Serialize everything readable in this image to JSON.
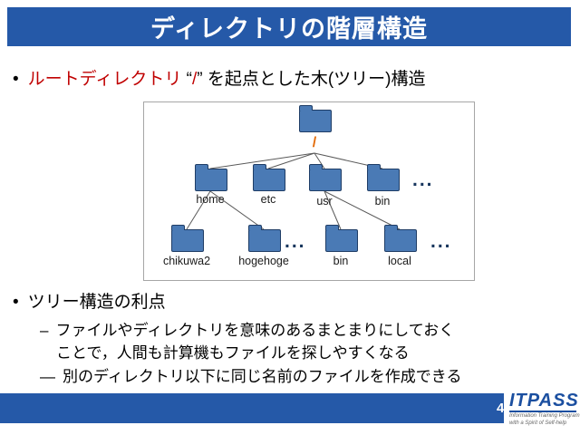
{
  "title": "ディレクトリの階層構造",
  "bullets": {
    "b1_marker": "•",
    "b1_red": "ルートディレクトリ ",
    "b1_quote_open": "“",
    "b1_slash": "/",
    "b1_quote_close": "”",
    "b1_rest": " を起点とした木(ツリー)構造",
    "b2_marker": "•",
    "b2_text": "ツリー構造の利点",
    "sub1_marker": "–",
    "sub1_line1": "ファイルやディレクトリを意味のあるまとまりにしておく",
    "sub1_line2": "ことで，人間も計算機もファイルを探しやすくなる",
    "sub2_marker": "―",
    "sub2_text": "別のディレクトリ以下に同じ名前のファイルを作成できる"
  },
  "tree": {
    "root_label": "/",
    "level1": [
      "home",
      "etc",
      "usr",
      "bin"
    ],
    "ellipsis": "...",
    "home_children": [
      "chikuwa2",
      "hogehoge"
    ],
    "usr_children": [
      "bin",
      "local"
    ]
  },
  "footer": {
    "page_number": "4",
    "logo_text": "ITPASS",
    "logo_tagline1": "Information Training Program",
    "logo_tagline2": "with a Spirit of Self-help"
  },
  "colors": {
    "title_bar_blue": "#2559a8",
    "accent_red": "#c00000",
    "root_slash_orange": "#e36c0a",
    "folder_fill": "#4a7ab5",
    "folder_border": "#1f3d66",
    "ellipsis_navy": "#17365d",
    "logo_blue": "#1b4fa0"
  }
}
